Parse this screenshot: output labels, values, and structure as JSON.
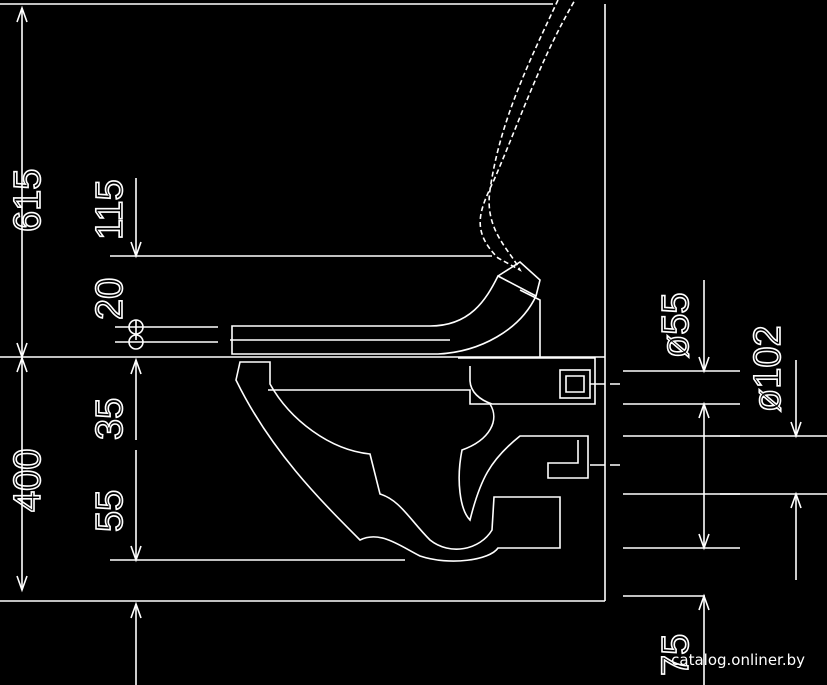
{
  "dimensions": {
    "total_height": "615",
    "seat_height": "400",
    "seat_gap": "115",
    "seat_thickness": "20",
    "inlet_offset": "35",
    "outlet_offset": "55",
    "floor_gap": "75",
    "inlet_diameter": "ø55",
    "outlet_diameter": "ø102"
  },
  "watermark": "catalog.onliner.by",
  "colors": {
    "background": "#000000",
    "line": "#ffffff"
  }
}
